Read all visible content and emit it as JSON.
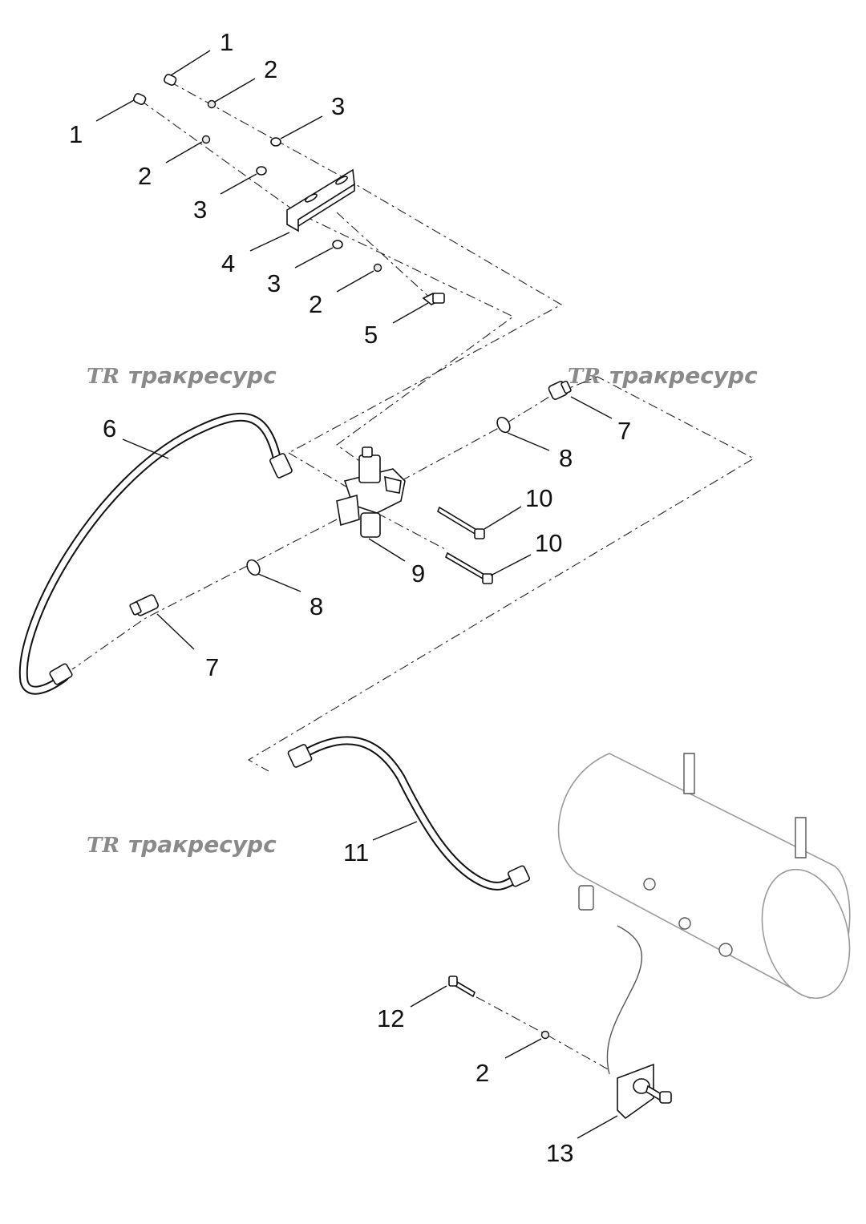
{
  "watermark": {
    "logo": "TR",
    "text": "тракресурс"
  },
  "callouts": {
    "c1a": "1",
    "c1b": "1",
    "c2a": "2",
    "c2b": "2",
    "c2c": "2",
    "c2d": "2",
    "c3a": "3",
    "c3b": "3",
    "c3c": "3",
    "c4": "4",
    "c5": "5",
    "c6": "6",
    "c7a": "7",
    "c7b": "7",
    "c8a": "8",
    "c8b": "8",
    "c9": "9",
    "c10a": "10",
    "c10b": "10",
    "c11": "11",
    "c12": "12",
    "c13": "13"
  }
}
